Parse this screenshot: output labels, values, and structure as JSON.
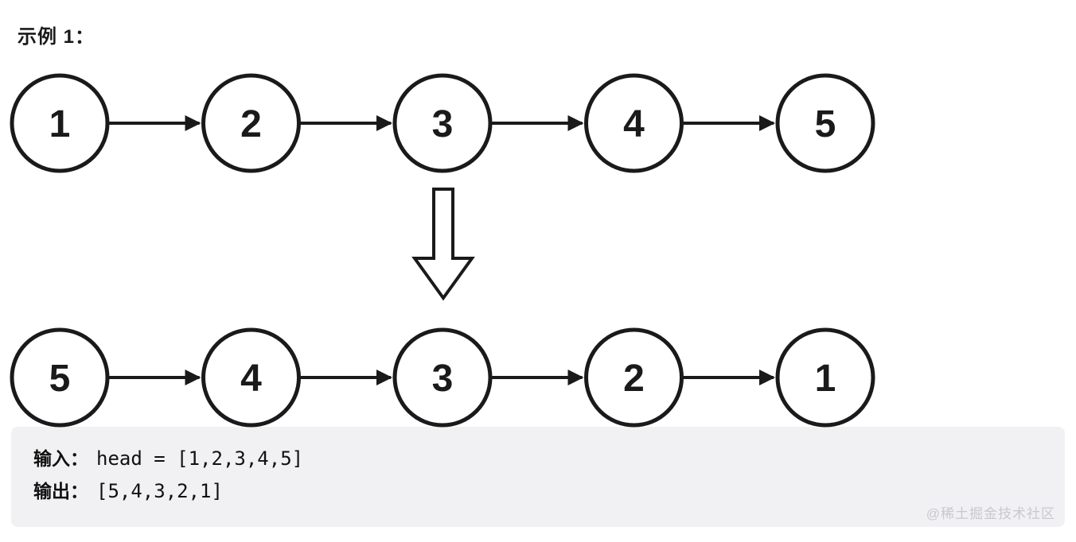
{
  "title": "示例 1：",
  "diagram": {
    "type": "linked-list-reversal",
    "list_before": {
      "values": [
        "1",
        "2",
        "3",
        "4",
        "5"
      ]
    },
    "list_after": {
      "values": [
        "5",
        "4",
        "3",
        "2",
        "1"
      ]
    },
    "node_fill": "#ffffff",
    "node_stroke": "#1a1a1a",
    "arrow_color": "#1a1a1a"
  },
  "example_box": {
    "background": "#f1f1f4",
    "input_label": "输入：",
    "input_value": "head = [1,2,3,4,5]",
    "output_label": "输出：",
    "output_value": "[5,4,3,2,1]"
  },
  "watermark": {
    "text": "@稀土掘金技术社区",
    "color": "#c8c8ce"
  }
}
